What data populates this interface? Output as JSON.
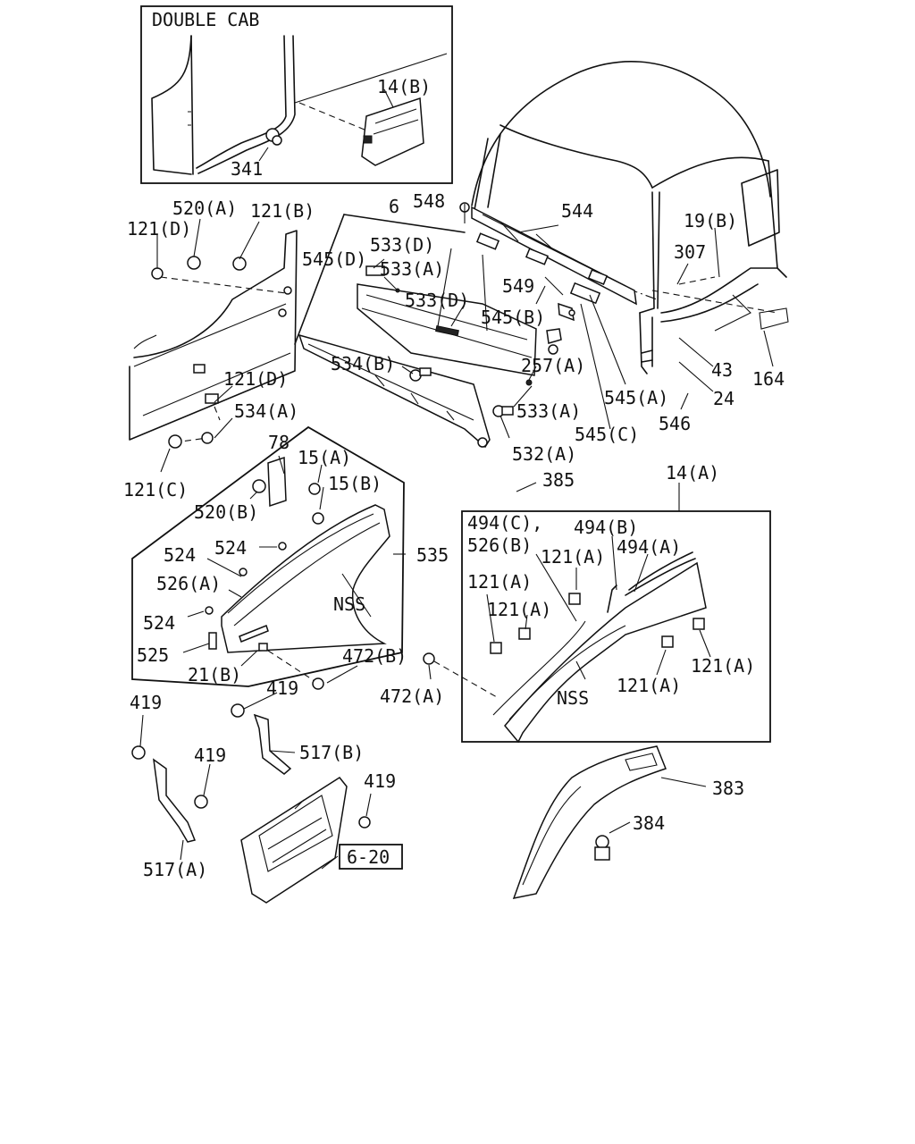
{
  "inset": {
    "title": "DOUBLE CAB",
    "labels": [
      "14(B)",
      "341"
    ]
  },
  "callouts": {
    "c520a": "520(A)",
    "c121b": "121(B)",
    "c121d_top": "121(D)",
    "c6": "6",
    "c548": "548",
    "c544": "544",
    "c19b": "19(B)",
    "c307": "307",
    "c533d_1": "533(D)",
    "c545d": "545(D)",
    "c533a_1": "533(A)",
    "c533d_2": "533(D)",
    "c549": "549",
    "c545b": "545(B)",
    "c534b": "534(B)",
    "c257a": "257(A)",
    "c43": "43",
    "c24": "24",
    "c164": "164",
    "c121d_mid": "121(D)",
    "c545a": "545(A)",
    "c546": "546",
    "c534a": "534(A)",
    "c533a_2": "533(A)",
    "c545c": "545(C)",
    "c532a": "532(A)",
    "c78": "78",
    "c15a": "15(A)",
    "c121c": "121(C)",
    "c15b": "15(B)",
    "c520b": "520(B)",
    "c385": "385",
    "c14a": "14(A)",
    "c494c": "494(C),",
    "c494b": "494(B)",
    "c526b": "526(B)",
    "c494a": "494(A)",
    "c121a_1": "121(A)",
    "c524_1": "524",
    "c535": "535",
    "c524_2": "524",
    "c121a_2": "121(A)",
    "c526a": "526(A)",
    "c121a_3": "121(A)",
    "c nss1": "NSS",
    "c524_3": "524",
    "c525": "525",
    "c21b": "21(B)",
    "c472b": "472(B)",
    "c121a_4": "121(A)",
    "c121a_5": "121(A)",
    "c419_1": "419",
    "c472a": "472(A)",
    "cnss2": "NSS",
    "c419_2": "419",
    "c517b": "517(B)",
    "c419_3": "419",
    "c419_4": "419",
    "c383": "383",
    "c384": "384",
    "c517a": "517(A)",
    "c620": "6-20"
  }
}
